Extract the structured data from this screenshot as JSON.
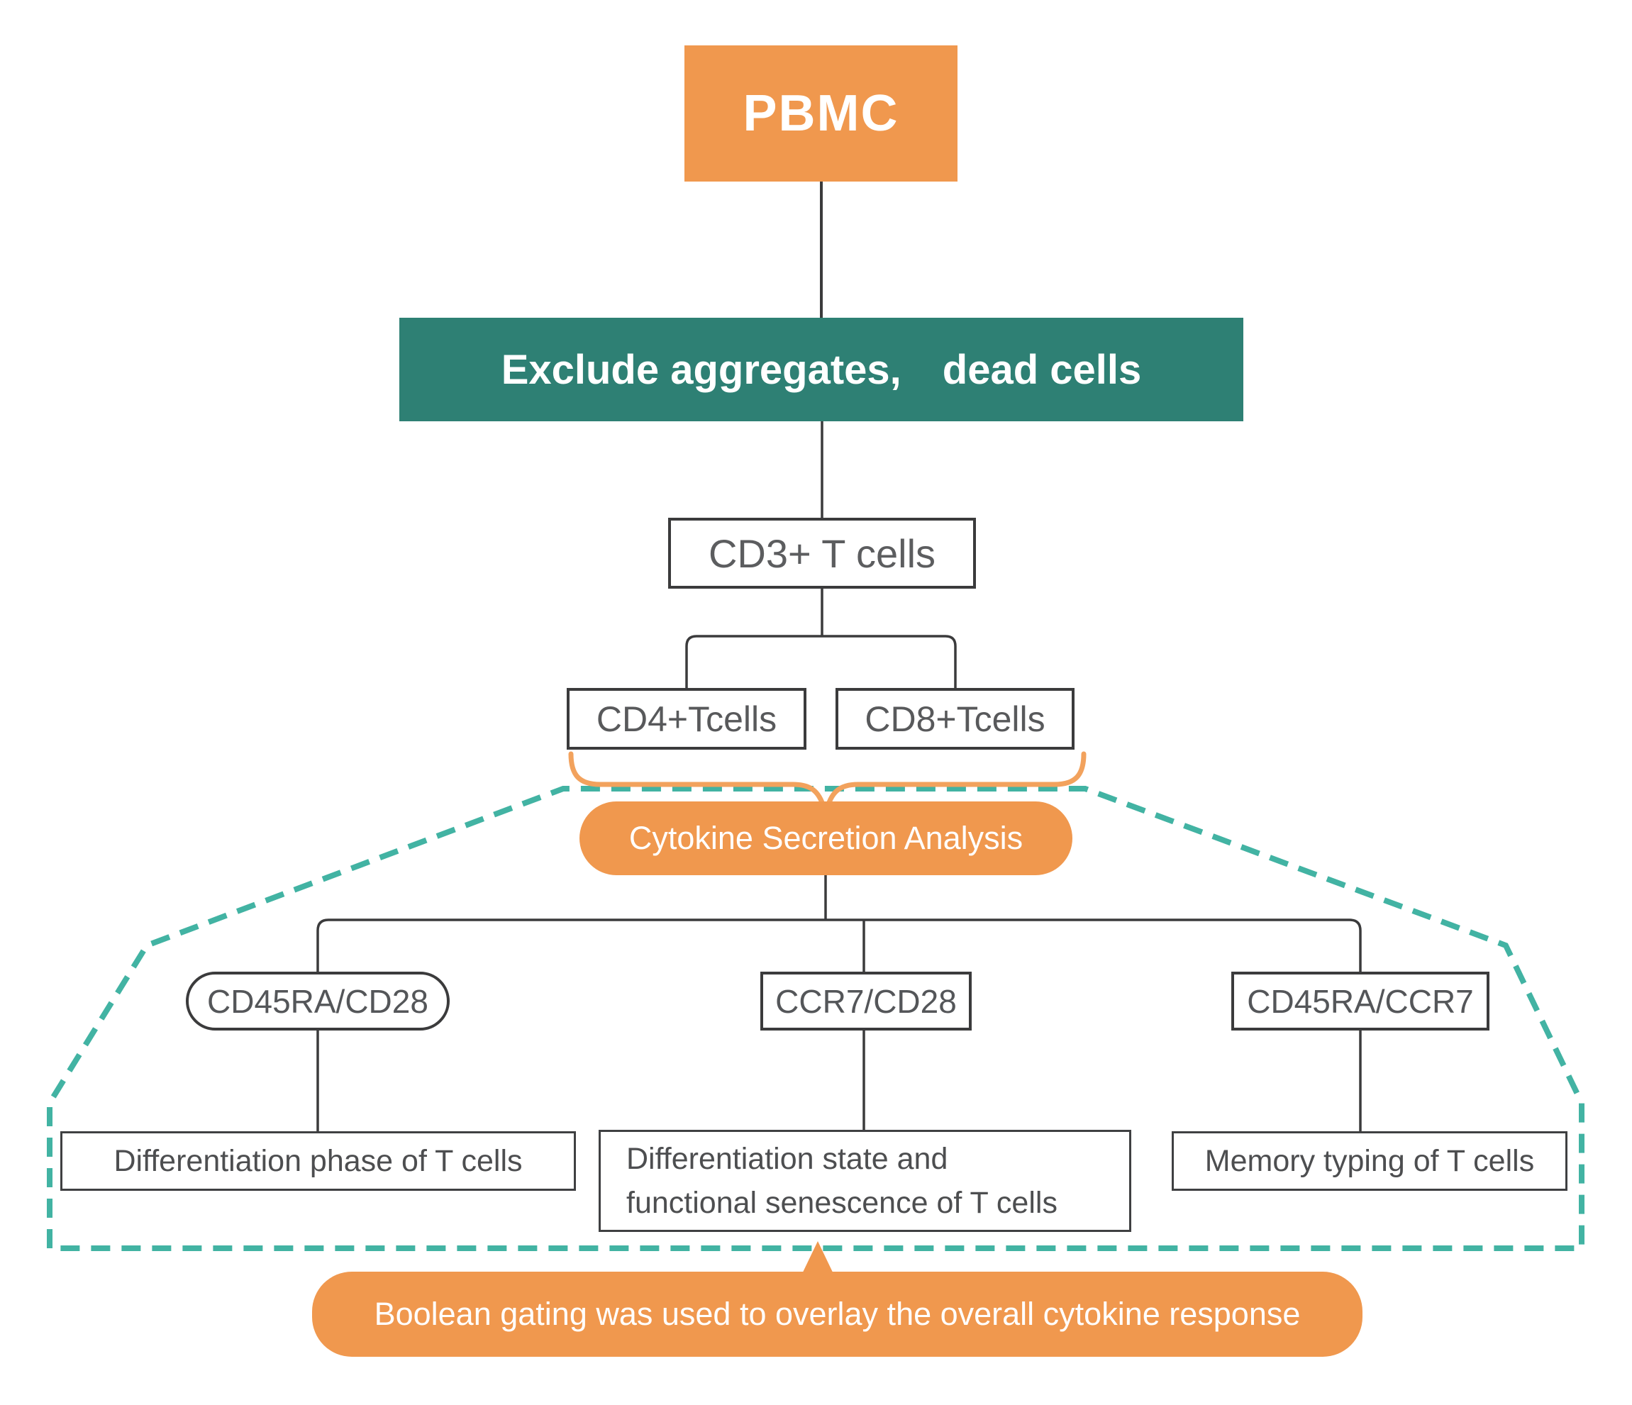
{
  "colors": {
    "orange": "#F0984E",
    "brace_orange": "#F2A25D",
    "teal_bar": "#2E8074",
    "dash_teal": "#42B3A3",
    "line_gray": "#3B3B3C",
    "text_gray": "#545659",
    "white": "#FFFFFF"
  },
  "flowchart": {
    "root": "PBMC",
    "step_exclude": "Exclude aggregates,  dead cells",
    "cd3": "CD3+ T cells",
    "cd4": "CD4+Tcells",
    "cd8": "CD8+Tcells",
    "cytokine_pill": "Cytokine Secretion Analysis",
    "markers": [
      {
        "label": "CD45RA/CD28",
        "result": "Differentiation phase of T cells"
      },
      {
        "label": "CCR7/CD28",
        "result_lines": [
          "Differentiation state and",
          "functional senescence of T cells"
        ]
      },
      {
        "label": "CD45RA/CCR7",
        "result": "Memory typing of T cells"
      }
    ],
    "banner": "Boolean gating was used to overlay the overall cytokine response"
  }
}
